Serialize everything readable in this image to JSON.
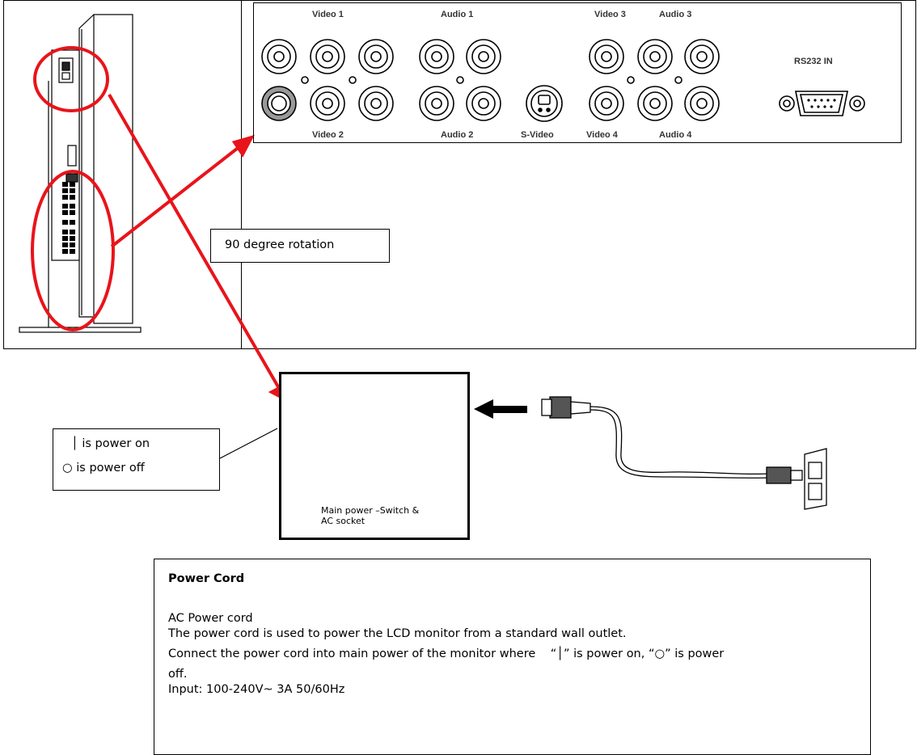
{
  "rear_panel": {
    "labels_top": [
      "Video 1",
      "Audio 1",
      "Video 3",
      "Audio 3"
    ],
    "labels_bottom": [
      "Video 2",
      "Audio 2",
      "S-Video",
      "Video 4",
      "Audio 4"
    ],
    "rs232": "RS232 IN"
  },
  "callouts": {
    "rotation": "90 degree rotation",
    "power_on": "│ is power on",
    "power_off": "○ is power off"
  },
  "socket_caption": {
    "line1": "Main power –Switch &",
    "line2": "AC socket"
  },
  "power_cord": {
    "title": "Power Cord",
    "line1": "AC Power cord",
    "line2": "The power cord is used to power the LCD monitor from a standard wall outlet.",
    "line3": "Connect the power cord into main power of the monitor where    “│” is power on, “○” is power",
    "line4": "off.",
    "line5": "Input: 100-240V~ 3A 50/60Hz"
  },
  "colors": {
    "arrow": "#e8141a",
    "ink": "#000000"
  }
}
